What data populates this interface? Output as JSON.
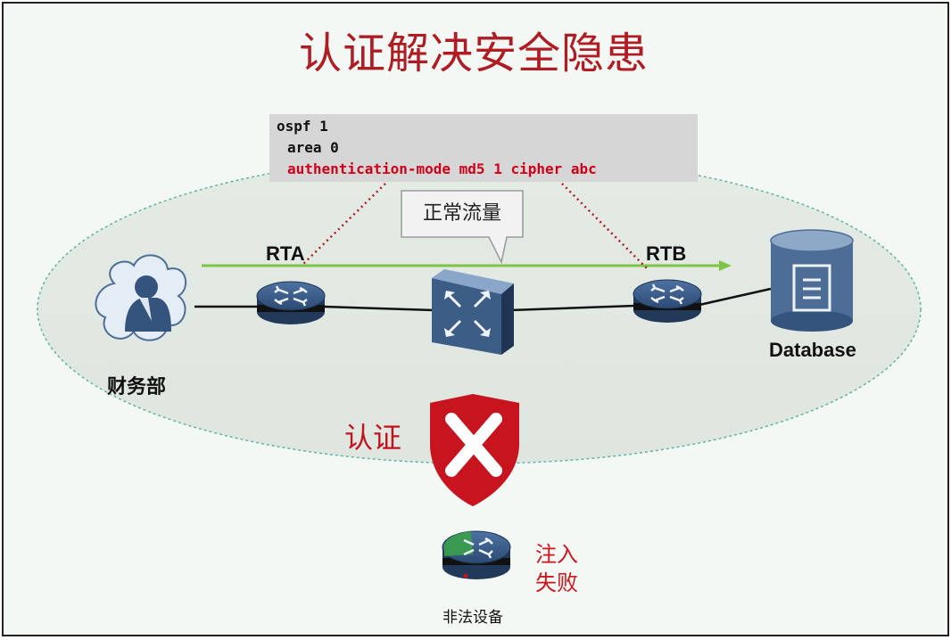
{
  "title": "认证解决安全隐患",
  "config": {
    "line1": "ospf 1",
    "line2": "area 0",
    "line3": "authentication-mode md5 1 cipher abc"
  },
  "callout": "正常流量",
  "labels": {
    "rta": "RTA",
    "rtb": "RTB",
    "database": "Database",
    "finance": "财务部",
    "auth": "认证",
    "inject_fail": "注入失败",
    "illegal_device": "非法设备"
  },
  "colors": {
    "title": "#b01c24",
    "highlight": "#d00018",
    "flow_arrow": "#7cc444",
    "shield": "#c8141f",
    "device": "#3c5e86",
    "ellipse_border": "#5fb6a0"
  },
  "icons": [
    "user-group-icon",
    "router-icon",
    "switch-icon",
    "database-icon",
    "shield-x-icon"
  ]
}
